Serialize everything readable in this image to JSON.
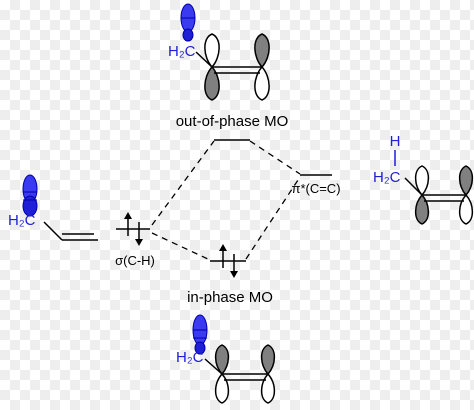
{
  "labels": {
    "out_of_phase": "out-of-phase MO",
    "in_phase": "in-phase MO",
    "sigma_ch": "σ(C-H)",
    "pi_star": "π*(C=C)"
  },
  "atoms": {
    "h2c": "H₂C",
    "h": "H"
  },
  "colors": {
    "ink": "#000000",
    "blue": "#1f1fd6",
    "orbital_gray": "#7a7a7a"
  }
}
